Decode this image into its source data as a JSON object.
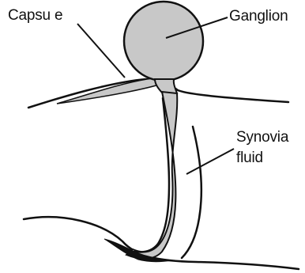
{
  "labels": {
    "capsule": "Capsu e",
    "ganglion": "Ganglion",
    "synovia": "Synovia",
    "fluid": "fluid"
  },
  "colors": {
    "ink": "#111111",
    "fill_gray": "#c8c8c8",
    "background": "#ffffff"
  }
}
